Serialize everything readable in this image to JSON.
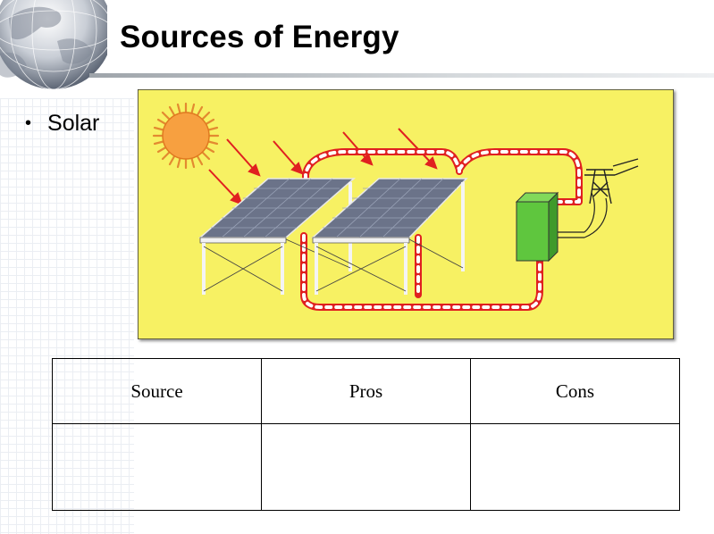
{
  "slide": {
    "title": "Sources of Energy",
    "bullets": [
      "Solar"
    ]
  },
  "figure": {
    "icons": [
      "sun-icon",
      "solar-panel-icon",
      "inverter-box-icon",
      "power-pylon-icon"
    ],
    "colors": {
      "background": "#f7f163",
      "sun": "#f7a040",
      "panel": "#6b7389",
      "inverter": "#5fc63e",
      "wire": "#e02020"
    }
  },
  "table": {
    "headers": [
      "Source",
      "Pros",
      "Cons"
    ],
    "rows": [
      [
        "",
        "",
        ""
      ]
    ]
  }
}
